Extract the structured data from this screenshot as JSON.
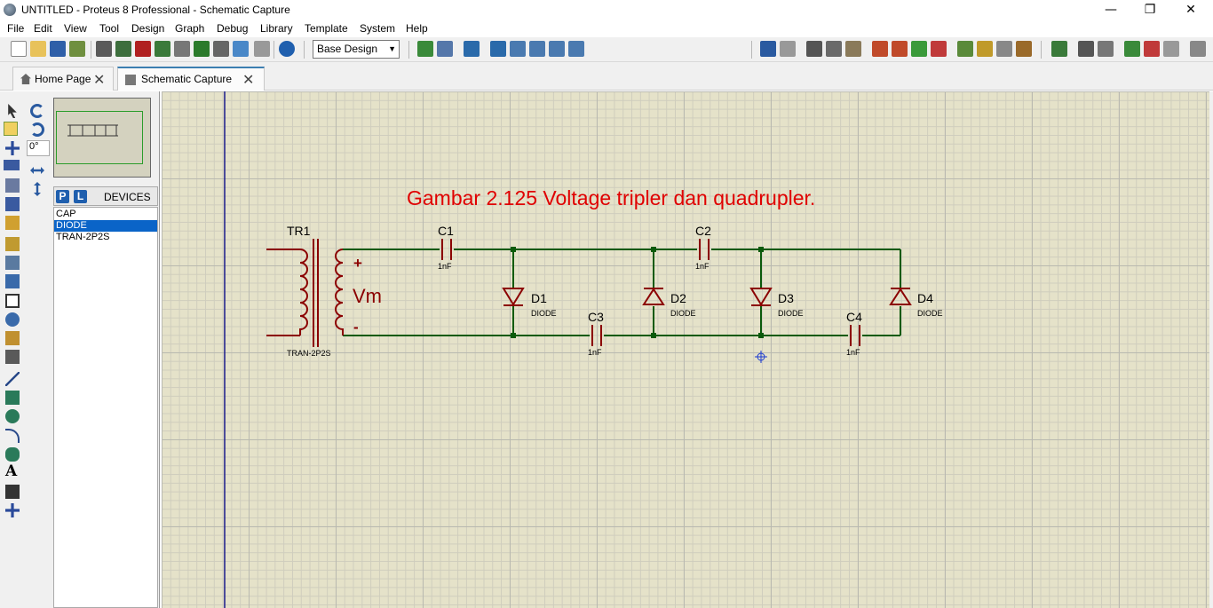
{
  "window": {
    "title": "UNTITLED - Proteus 8 Professional - Schematic Capture",
    "minimize": "—",
    "maximize": "❐",
    "close": "✕"
  },
  "menu": [
    "File",
    "Edit",
    "View",
    "Tool",
    "Design",
    "Graph",
    "Debug",
    "Library",
    "Template",
    "System",
    "Help"
  ],
  "toolbar": {
    "design_select": "Base Design"
  },
  "tabs": [
    {
      "label": "Home Page",
      "icon": "home-icon"
    },
    {
      "label": "Schematic Capture",
      "icon": "schematic-icon"
    }
  ],
  "rotation": {
    "angle": "0°"
  },
  "devices": {
    "p_button": "P",
    "l_button": "L",
    "title": "DEVICES",
    "items": [
      "CAP",
      "DIODE",
      "TRAN-2P2S"
    ],
    "selected": "DIODE"
  },
  "schematic": {
    "caption": "Gambar 2.125 Voltage tripler dan quadrupler.",
    "transformer": {
      "ref": "TR1",
      "type": "TRAN-2P2S",
      "plus": "+",
      "minus": "-",
      "label": "Vm"
    },
    "capacitors": [
      {
        "ref": "C1",
        "value": "1nF"
      },
      {
        "ref": "C2",
        "value": "1nF"
      },
      {
        "ref": "C3",
        "value": "1nF"
      },
      {
        "ref": "C4",
        "value": "1nF"
      }
    ],
    "diodes": [
      {
        "ref": "D1",
        "type": "DIODE"
      },
      {
        "ref": "D2",
        "type": "DIODE"
      },
      {
        "ref": "D3",
        "type": "DIODE"
      },
      {
        "ref": "D4",
        "type": "DIODE"
      }
    ],
    "colors": {
      "wire": "#0b5a0b",
      "component": "#8b0000",
      "caption": "#e00000",
      "grid": "#e5e2c9"
    }
  }
}
